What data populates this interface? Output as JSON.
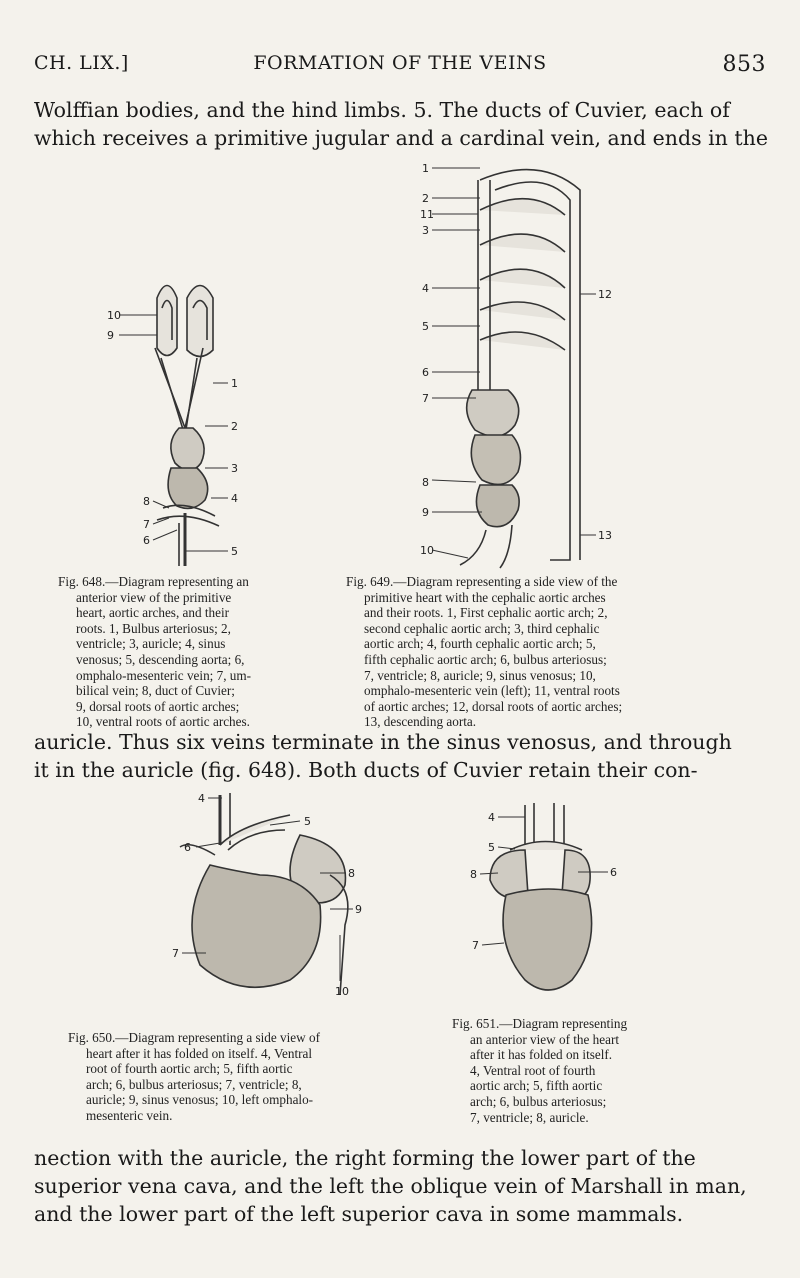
{
  "running_head": {
    "chapter": "CH. LIX.]",
    "title": "FORMATION OF THE VEINS",
    "page_number": "853"
  },
  "paragraph_top": [
    "Wolffian bodies, and the hind limbs. 5. The ducts of Cuvier, each of",
    "which receives a primitive jugular and a cardinal vein, and ends in the"
  ],
  "paragraph_mid": [
    "auricle. Thus six veins terminate in the sinus venosus, and through",
    "it in the auricle (fig. 648). Both ducts of Cuvier retain their con-"
  ],
  "paragraph_bottom": [
    "nection with the auricle, the right forming the lower part of the",
    "superior vena cava, and the left the oblique vein of Marshall in man,",
    "and the lower part of the left superior cava in some mammals."
  ],
  "figures": {
    "fig648": {
      "labels": [
        "10",
        "9",
        "1",
        "2",
        "3",
        "4",
        "5",
        "6",
        "7",
        "8"
      ],
      "caption": [
        "Fig. 648.—Diagram representing an",
        "anterior view of the primitive",
        "heart, aortic arches, and their",
        "roots. 1, Bulbus arteriosus; 2,",
        "ventricle; 3, auricle; 4, sinus",
        "venosus; 5, descending aorta; 6,",
        "omphalo-mesenteric vein; 7, um-",
        "bilical vein; 8, duct of Cuvier;",
        "9, dorsal roots of aortic arches;",
        "10, ventral roots of aortic arches."
      ]
    },
    "fig649": {
      "labels": [
        "1",
        "2",
        "11",
        "3",
        "4",
        "5",
        "6",
        "7",
        "8",
        "9",
        "10",
        "12",
        "13"
      ],
      "caption": [
        "Fig. 649.—Diagram representing a side view of the",
        "primitive heart with the cephalic aortic arches",
        "and their roots. 1, First cephalic aortic arch; 2,",
        "second cephalic aortic arch; 3, third cephalic",
        "aortic arch; 4, fourth cephalic aortic arch; 5,",
        "fifth cephalic aortic arch; 6, bulbus arteriosus;",
        "7, ventricle; 8, auricle; 9, sinus venosus; 10,",
        "omphalo-mesenteric vein (left); 11, ventral roots",
        "of aortic arches; 12, dorsal roots of aortic arches;",
        "13, descending aorta."
      ]
    },
    "fig650": {
      "labels": [
        "4",
        "5",
        "6",
        "8",
        "9",
        "7",
        "10"
      ],
      "caption": [
        "Fig. 650.—Diagram representing a side view of",
        "heart after it has folded on itself. 4, Ventral",
        "root of fourth aortic arch; 5, fifth aortic",
        "arch; 6, bulbus arteriosus; 7, ventricle; 8,",
        "auricle; 9, sinus venosus; 10, left omphalo-",
        "mesenteric vein."
      ]
    },
    "fig651": {
      "labels": [
        "4",
        "5",
        "8",
        "6",
        "7"
      ],
      "caption": [
        "Fig. 651.—Diagram representing",
        "an anterior view of the heart",
        "after it has folded on itself.",
        "4, Ventral root of fourth",
        "aortic arch; 5, fifth aortic",
        "arch; 6, bulbus arteriosus;",
        "7, ventricle; 8, auricle."
      ]
    }
  }
}
